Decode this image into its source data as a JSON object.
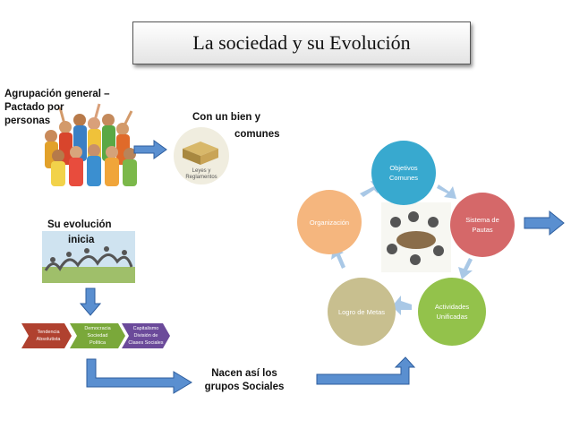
{
  "title": "La sociedad  y su  Evolución",
  "labels": {
    "agrupacion": [
      "Agrupación general –",
      "Pactado por",
      "personas"
    ],
    "con_un_bien": "Con un bien y",
    "comunes": "comunes",
    "evolucion": "Su evolución",
    "inicia": "inicia",
    "nacen": [
      "Nacen así los",
      "grupos Sociales"
    ]
  },
  "book_caption": [
    "Leyes y",
    "Reglamentos"
  ],
  "chevrons": [
    {
      "lines": [
        "Tendencia",
        "Absolutista"
      ],
      "color": "#b0412f"
    },
    {
      "lines": [
        "Democracia",
        "Sociedad",
        "Política"
      ],
      "color": "#7aa83a"
    },
    {
      "lines": [
        "Capitalismo",
        "División de",
        "Clases Sociales"
      ],
      "color": "#6b4a9a"
    }
  ],
  "cycle": [
    {
      "text": "Objetivos Comunes",
      "color": "#38a9cf"
    },
    {
      "text": "Sistema de Pautas",
      "color": "#d56869"
    },
    {
      "text": "Actividades Unificadas",
      "color": "#93c24b"
    },
    {
      "text": "Logro de Metas",
      "color": "#c8bf8f"
    },
    {
      "text": "Organización",
      "color": "#f5b67e"
    }
  ],
  "colors": {
    "arrow": "#4a86c8",
    "cycle_arrow": "#a9c8e6"
  }
}
